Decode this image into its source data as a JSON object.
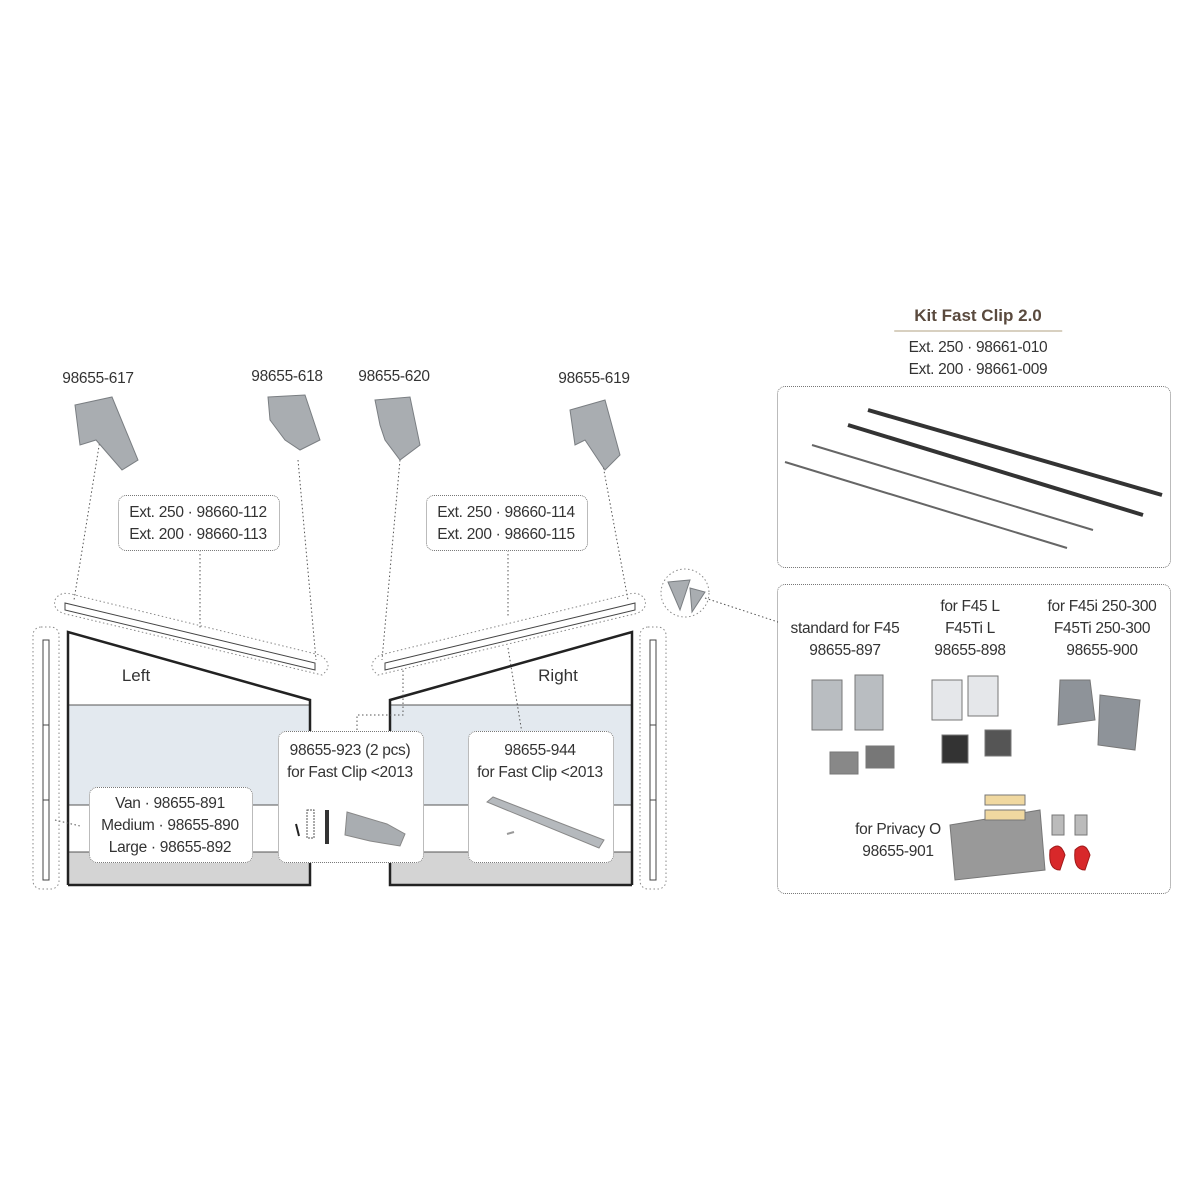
{
  "top_parts": [
    {
      "label": "98655-617"
    },
    {
      "label": "98655-618"
    },
    {
      "label": "98655-620"
    },
    {
      "label": "98655-619"
    }
  ],
  "left_rail": {
    "lines": [
      "Ext. 250 · 98660-112",
      "Ext. 200 · 98660-113"
    ]
  },
  "right_rail": {
    "lines": [
      "Ext. 250 · 98660-114",
      "Ext. 200 · 98660-115"
    ]
  },
  "panels": {
    "left": "Left",
    "right": "Right"
  },
  "sizes": {
    "lines": [
      "Van · 98655-891",
      "Medium · 98655-890",
      "Large · 98655-892"
    ]
  },
  "spring_kit": {
    "lines": [
      "98655-923 (2 pcs)",
      "for Fast Clip <2013"
    ]
  },
  "rail_part": {
    "lines": [
      "98655-944",
      "for Fast Clip <2013"
    ]
  },
  "kit": {
    "title": "Kit Fast Clip 2.0",
    "lines": [
      "Ext. 250 · 98661-010",
      "Ext. 200 · 98661-009"
    ]
  },
  "clips": [
    {
      "lines": [
        "standard for F45",
        "98655-897"
      ]
    },
    {
      "lines": [
        "for F45 L",
        "F45Ti L",
        "98655-898"
      ]
    },
    {
      "lines": [
        "for F45i 250-300",
        "F45Ti 250-300",
        "98655-900"
      ]
    },
    {
      "lines": [
        "for Privacy O",
        "98655-901"
      ]
    }
  ],
  "colors": {
    "band_blue": "#e3e9ef",
    "band_gray": "#d4d4d4",
    "part_gray": "#a9adb1",
    "red": "#d8282a",
    "title_brown": "#5a4a3e"
  }
}
